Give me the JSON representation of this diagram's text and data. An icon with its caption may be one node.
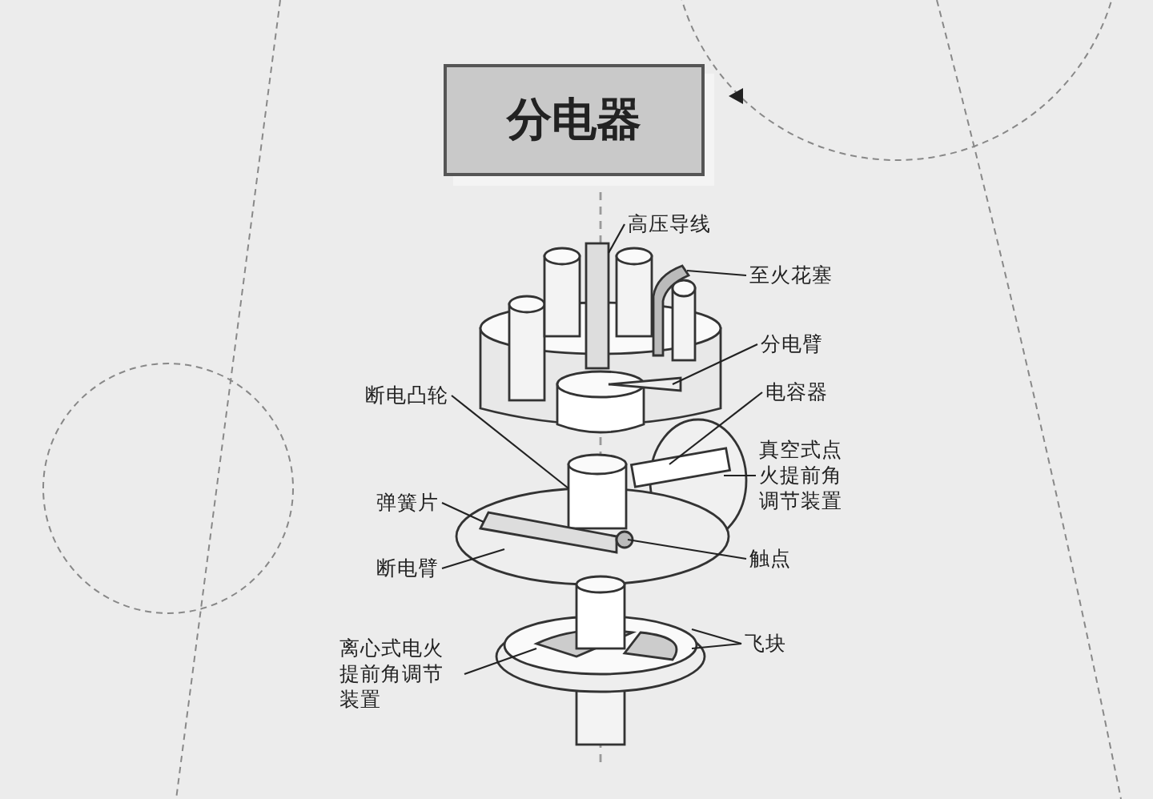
{
  "diagram": {
    "title": "分电器",
    "nodes": [
      {
        "text": [
          "高压导线"
        ]
      },
      {
        "text": [
          "至火花塞"
        ]
      },
      {
        "text": [
          "分电臂"
        ]
      },
      {
        "text": [
          "断电凸轮"
        ]
      },
      {
        "text": [
          "电容器"
        ]
      },
      {
        "text": [
          "真空式点火提前角调节装置"
        ]
      },
      {
        "text": [
          "弹簧片"
        ]
      },
      {
        "text": [
          "断电臂"
        ]
      },
      {
        "text": [
          "触点"
        ]
      },
      {
        "text": [
          "离心式电火提前角调节装置"
        ]
      },
      {
        "text": [
          "飞块"
        ]
      }
    ],
    "edges": [
      {
        "from": 0,
        "to": null,
        "arrow": "none"
      },
      {
        "from": 1,
        "to": null,
        "arrow": "none"
      },
      {
        "from": 2,
        "to": null,
        "arrow": "none"
      },
      {
        "from": 3,
        "to": null,
        "arrow": "none"
      },
      {
        "from": 4,
        "to": null,
        "arrow": "none"
      },
      {
        "from": 5,
        "to": null,
        "arrow": "none"
      },
      {
        "from": 6,
        "to": null,
        "arrow": "none"
      },
      {
        "from": 7,
        "to": null,
        "arrow": "none"
      },
      {
        "from": 8,
        "to": null,
        "arrow": "none"
      },
      {
        "from": 9,
        "to": null,
        "arrow": "none"
      },
      {
        "from": 10,
        "to": null,
        "arrow": "none"
      },
      {
        "from": 10,
        "to": null,
        "arrow": "none"
      }
    ]
  }
}
